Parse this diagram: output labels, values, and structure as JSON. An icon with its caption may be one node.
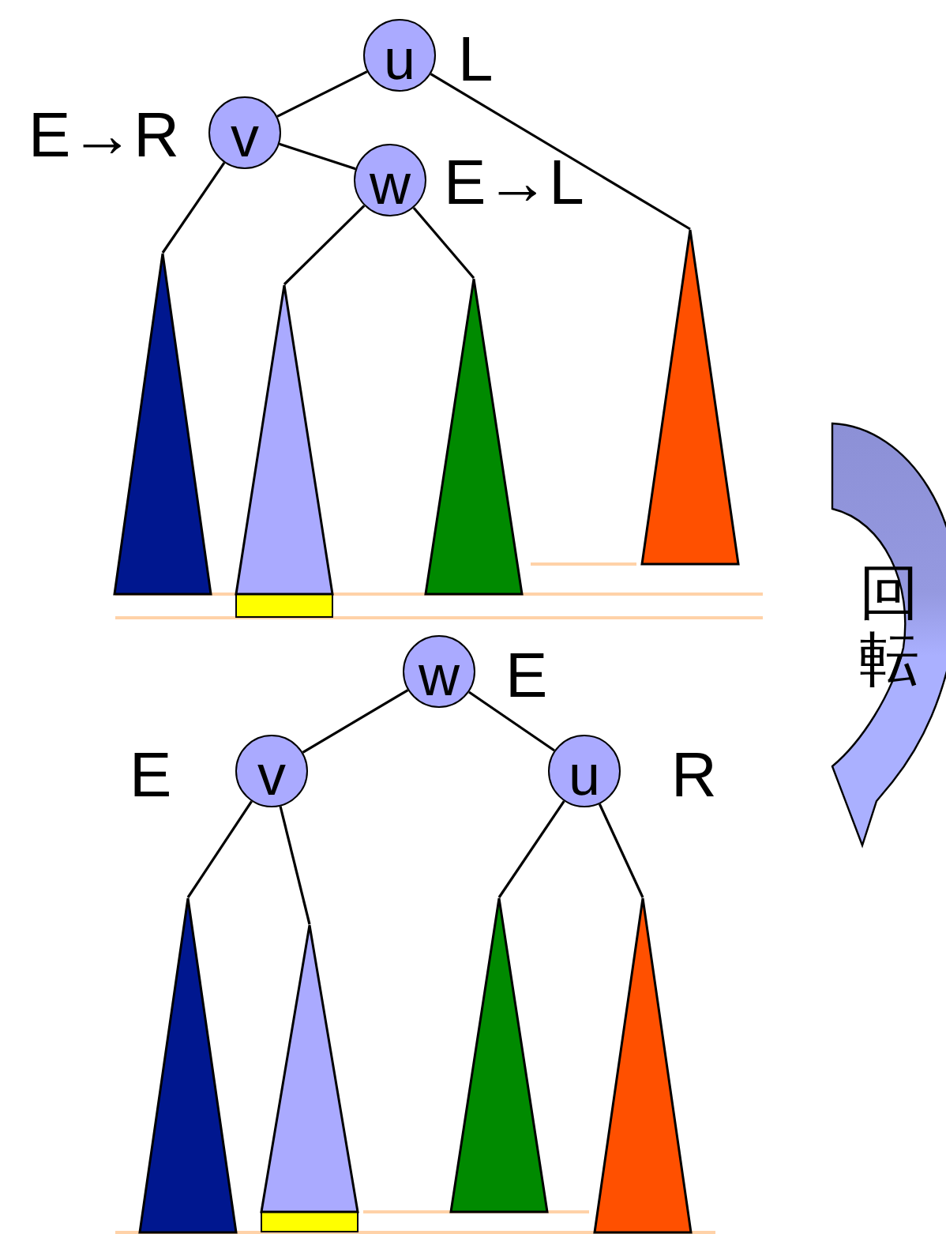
{
  "diagram": {
    "nodes": [
      {
        "text": [
          "u"
        ],
        "beside": [
          "L"
        ]
      },
      {
        "text": [
          "v"
        ],
        "beside": [
          "E→R"
        ]
      },
      {
        "text": [
          "w"
        ],
        "beside": [
          "E→L"
        ]
      },
      {
        "text": [],
        "shape": "triangle"
      },
      {
        "text": [],
        "shape": "triangle"
      },
      {
        "text": [],
        "shape": "triangle"
      },
      {
        "text": [],
        "shape": "triangle"
      },
      {
        "text": [
          "w"
        ],
        "beside": [
          "E"
        ]
      },
      {
        "text": [
          "v"
        ],
        "beside": [
          "E"
        ]
      },
      {
        "text": [
          "u"
        ],
        "beside": [
          "R"
        ]
      },
      {
        "text": [],
        "shape": "triangle"
      },
      {
        "text": [],
        "shape": "triangle"
      },
      {
        "text": [],
        "shape": "triangle"
      },
      {
        "text": [],
        "shape": "triangle"
      }
    ],
    "edges": [
      {
        "from": 0,
        "to": 1,
        "arrow": "none"
      },
      {
        "from": 0,
        "to": 6,
        "arrow": "none"
      },
      {
        "from": 1,
        "to": 3,
        "arrow": "none"
      },
      {
        "from": 1,
        "to": 2,
        "arrow": "none"
      },
      {
        "from": 2,
        "to": 4,
        "arrow": "none"
      },
      {
        "from": 2,
        "to": 5,
        "arrow": "none"
      },
      {
        "from": 7,
        "to": 8,
        "arrow": "none"
      },
      {
        "from": 7,
        "to": 9,
        "arrow": "none"
      },
      {
        "from": 8,
        "to": 10,
        "arrow": "none"
      },
      {
        "from": 8,
        "to": 11,
        "arrow": "none"
      },
      {
        "from": 9,
        "to": 12,
        "arrow": "none"
      },
      {
        "from": 9,
        "to": 13,
        "arrow": "none"
      }
    ],
    "labels": [
      "回転"
    ]
  }
}
